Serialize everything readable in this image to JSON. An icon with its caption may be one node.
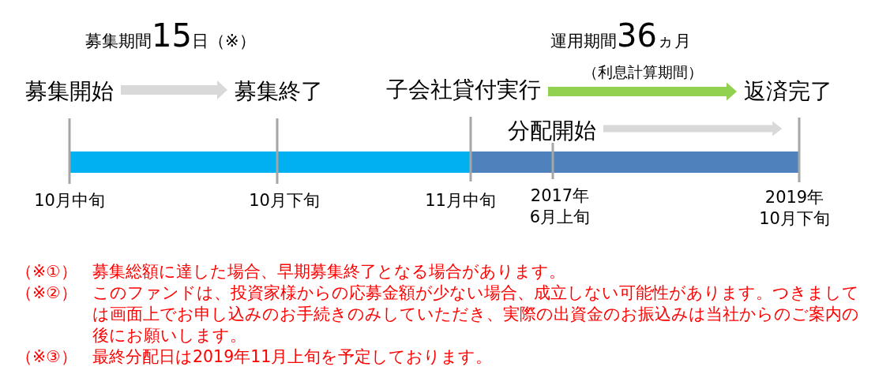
{
  "diagram": {
    "nodes": [
      {
        "text": [
          "募集開始"
        ]
      },
      {
        "text": [
          "募集終了"
        ]
      },
      {
        "text": [
          "子会社貸付実行"
        ]
      },
      {
        "text": [
          "返済完了"
        ]
      },
      {
        "text": [
          "分配開始"
        ]
      }
    ],
    "edges": [
      {
        "from": 0,
        "to": 1,
        "arrow": "to"
      },
      {
        "from": 2,
        "to": 3,
        "arrow": "to",
        "label": "（利息計算期間）",
        "color": "#92d050"
      },
      {
        "from": 4,
        "to": 3,
        "arrow": "to"
      }
    ],
    "labels": [
      "募集期間15日（※）",
      "運用期間36ヵ月",
      "10月中旬",
      "10月下旬",
      "11月中旬",
      "2017年6月上旬",
      "2019年10月下旬",
      "（※①）",
      "募集総額に達した場合、早期募集終了となる場合があります。",
      "（※②）",
      "このファンドは、投資家様からの応募金額が少ない場合、成立しない可能性があります。つきましては画面上でお申し込みのお手続きのみしていただき、実際の出資金のお振込みは当社からのご案内の後にお願いします。",
      "（※③）",
      "最終分配日は2019年11月上旬を予定しております。"
    ]
  }
}
